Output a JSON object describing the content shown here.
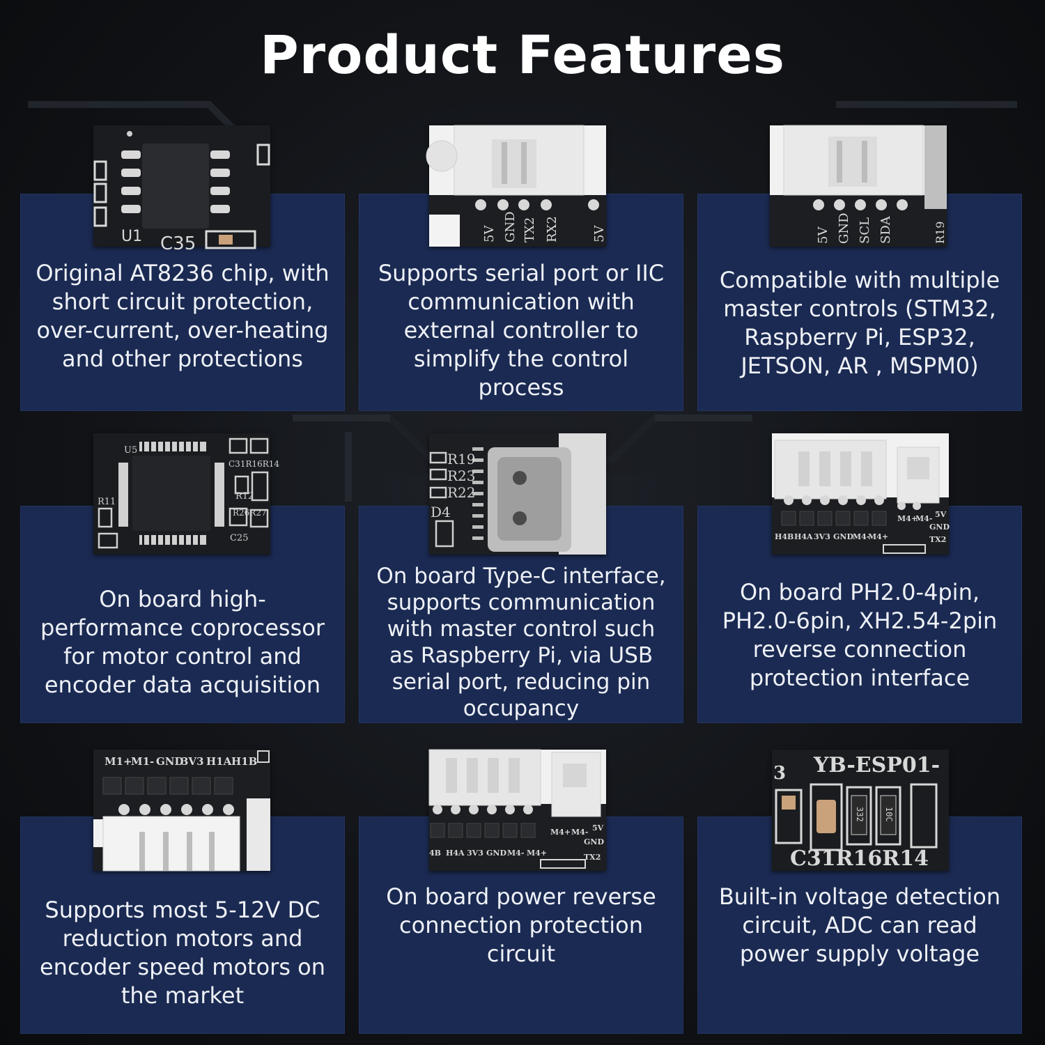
{
  "title": "Product Features",
  "features": [
    {
      "text": "Original AT8236 chip, with short circuit protection, over-current, over-heating and other protections",
      "photo_labels": [
        "U1",
        "C35"
      ]
    },
    {
      "text": "Supports serial port or IIC communication with external controller to simplify the control process",
      "photo_labels": [
        "5V",
        "GND",
        "TX2",
        "RX2",
        "5V"
      ]
    },
    {
      "text": "Compatible with multiple master controls (STM32, Raspberry Pi, ESP32, JETSON, AR , MSPM0)",
      "photo_labels": [
        "5V",
        "GND",
        "SCL",
        "SDA",
        "R19"
      ]
    },
    {
      "text": "On board high-performance coprocessor for motor control and encoder data acquisition",
      "photo_labels": [
        "U5",
        "R11",
        "C31R16R14",
        "R12",
        "R26R27",
        "C25"
      ]
    },
    {
      "text": "On board Type-C interface, supports communication with master control such as Raspberry Pi, via USB serial port, reducing pin occupancy",
      "photo_labels": [
        "R19",
        "R23",
        "R22",
        "D4"
      ]
    },
    {
      "text": "On board PH2.0-4pin, PH2.0-6pin, XH2.54-2pin reverse connection protection interface",
      "photo_labels": [
        "H4B",
        "H4A",
        "3V3",
        "GND",
        "M4-",
        "M4+",
        "M4+",
        "M4-",
        "5V",
        "GND",
        "TX2"
      ]
    },
    {
      "text": "Supports most 5-12V DC reduction motors and encoder speed motors on the market",
      "photo_labels": [
        "M1+",
        "M1-",
        "GND",
        "3V3",
        "H1A",
        "H1B"
      ]
    },
    {
      "text": "On board power reverse connection protection circuit",
      "photo_labels": [
        "4B",
        "H4A",
        "3V3",
        "GND",
        "M4-",
        "M4+",
        "M4+",
        "M4-",
        "5V",
        "GND",
        "TX2"
      ]
    },
    {
      "text": "Built-in voltage detection circuit, ADC can read power supply voltage",
      "photo_labels": [
        "YB-ESP01-",
        "C31R16R14",
        "332",
        "10C"
      ]
    }
  ]
}
